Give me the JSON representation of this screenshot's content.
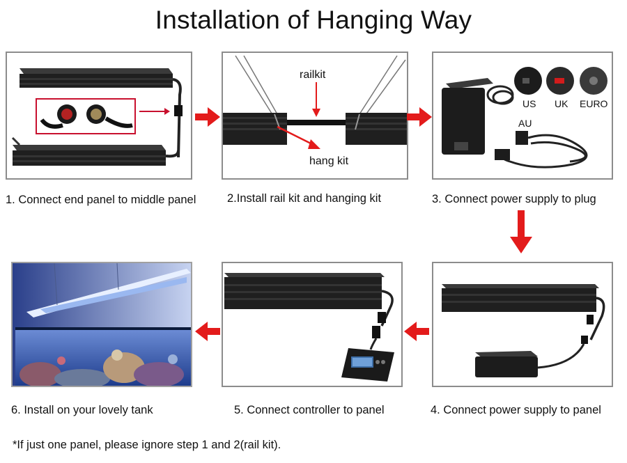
{
  "title": "Installation of Hanging Way",
  "steps": [
    {
      "caption": "1. Connect end panel to middle panel"
    },
    {
      "caption": "2.Install rail kit and hanging kit",
      "labels": {
        "railkit": "railkit",
        "hangkit": "hang kit"
      }
    },
    {
      "caption": "3. Connect power supply to plug",
      "labels": {
        "us": "US",
        "uk": "UK",
        "euro": "EURO",
        "au": "AU"
      }
    },
    {
      "caption": "4. Connect power supply to panel"
    },
    {
      "caption": "5. Connect controller to panel"
    },
    {
      "caption": "6. Install on your lovely tank"
    }
  ],
  "note": "*If just one panel, please ignore step 1 and 2(rail kit).",
  "colors": {
    "arrow": "#e31b1b",
    "border": "#8c8c8c",
    "panel": "#1c1c1c"
  }
}
